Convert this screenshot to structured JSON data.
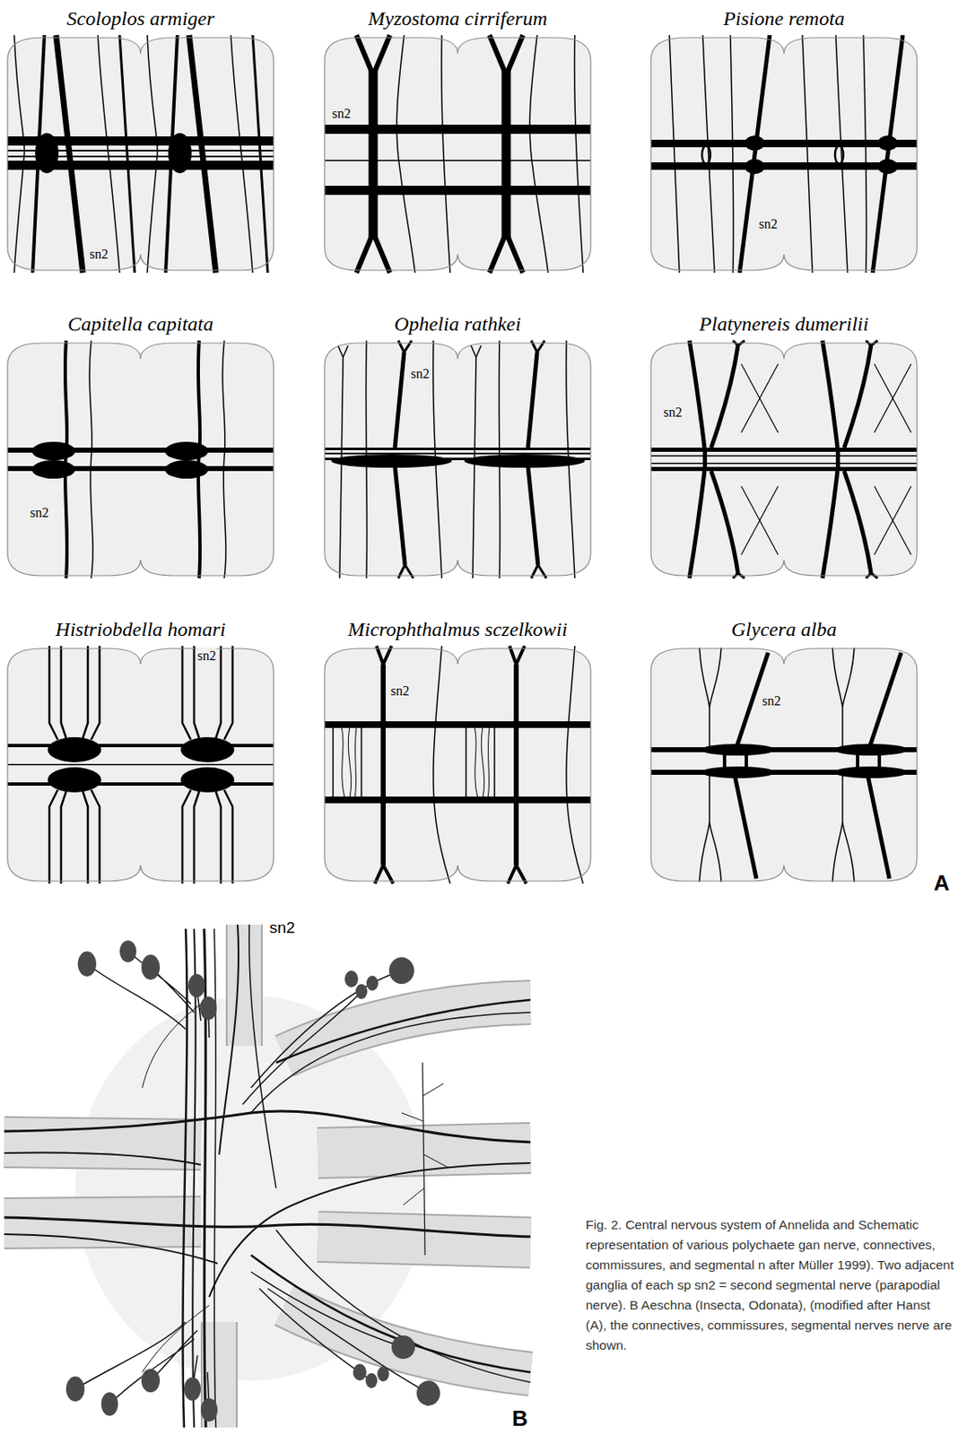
{
  "diagram": {
    "caption": "Fig. 2. Central nervous system of Annelida and Schematic representation of various polychaete gan nerve, connectives, commissures, and segmental n after Müller 1999). Two adjacent ganglia of each sp sn2 = second segmental nerve (parapodial nerve). B Aeschna (Insecta, Odonata), (modified after Hanst (A), the connectives, commissures, segmental nerves nerve are shown.",
    "nodes": [
      {
        "text": [
          "Scoloplos armiger",
          "sn2"
        ]
      },
      {
        "text": [
          "Myzostoma cirriferum",
          "sn2"
        ]
      },
      {
        "text": [
          "Pisione remota",
          "sn2"
        ]
      },
      {
        "text": [
          "Capitella capitata",
          "sn2"
        ]
      },
      {
        "text": [
          "Ophelia rathkei",
          "sn2"
        ]
      },
      {
        "text": [
          "Platynereis dumerilii",
          "sn2"
        ]
      },
      {
        "text": [
          "Histriobdella homari",
          "sn2"
        ]
      },
      {
        "text": [
          "Microphthalmus sczelkowii",
          "sn2"
        ]
      },
      {
        "text": [
          "Glycera alba",
          "sn2"
        ]
      }
    ],
    "labels": [
      "A",
      "sn2",
      "B"
    ]
  }
}
